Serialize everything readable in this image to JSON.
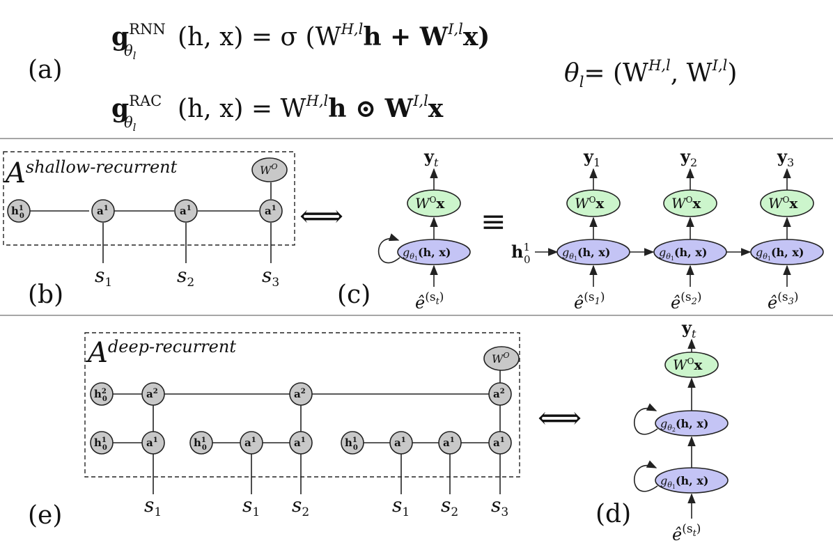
{
  "panels": {
    "a": "(a)",
    "b": "(b)",
    "c": "(c)",
    "d": "(d)",
    "e": "(e)"
  },
  "equations": {
    "rnn": {
      "lhs_g": "g",
      "lhs_sup": "RNN",
      "lhs_sub": "θ",
      "lhs_subsub": "l",
      "lhs_args": "(h, x) = σ (W",
      "w1_sup": "H,l",
      "mid": "h + W",
      "w2_sup": "I,l",
      "end": "x)"
    },
    "rac": {
      "lhs_g": "g",
      "lhs_sup": "RAC",
      "lhs_sub": "θ",
      "lhs_subsub": "l",
      "lhs_args": "(h, x) = W",
      "w1_sup": "H,l",
      "mid": "h ⊙ W",
      "w2_sup": "I,l",
      "end": "x"
    },
    "theta": {
      "lhs": "θ",
      "lhs_sub": "l",
      "eq": "= (W",
      "w1_sup": "H,l",
      "comma": ", W",
      "w2_sup": "I,l",
      "end": ")"
    }
  },
  "shallow": {
    "title_main": "A",
    "title_sup": "shallow-recurrent",
    "h0": "h",
    "h0_sup": "1",
    "h0_sub": "0",
    "a": "a",
    "a_sup": "1",
    "wo": "W",
    "wo_sup": "O",
    "inputs": [
      "s1",
      "s2",
      "s3"
    ],
    "input_main": "s",
    "input_subs": [
      "1",
      "2",
      "3"
    ]
  },
  "equiv_symbol": "⟺",
  "identical_symbol": "≡",
  "unrolled": {
    "y_main": "y",
    "y_subs": [
      "t",
      "1",
      "2",
      "3"
    ],
    "wo_main": "W",
    "wo_sup": "O",
    "wo_x": "x",
    "g_main": "g",
    "g_sub": "θ",
    "g_subsub": "1",
    "g_args": "(h, x)",
    "e_main": "ê",
    "e_sups": [
      "(s",
      "(s",
      "(s",
      "(s"
    ],
    "e_subs": [
      "t",
      "1",
      "2",
      "3"
    ],
    "h0": "h",
    "h0_sup": "1",
    "h0_sub": "0"
  },
  "deep": {
    "title_main": "A",
    "title_sup": "deep-recurrent",
    "h0_2": "h",
    "h0_2_sup": "2",
    "h0_2_sub": "0",
    "h0_1": "h",
    "h0_1_sup": "1",
    "h0_1_sub": "0",
    "a": "a",
    "a2_sup": "2",
    "a1_sup": "1",
    "wo": "W",
    "wo_sup": "O",
    "input_main": "s",
    "input_subs": [
      "1",
      "1",
      "2",
      "1",
      "2",
      "3"
    ]
  },
  "deep_rnn": {
    "y_main": "y",
    "y_sub": "t",
    "wo_main": "W",
    "wo_sup": "O",
    "wo_x": "x",
    "g_main": "g",
    "g2_sub": "θ",
    "g2_subsub": "2",
    "g1_sub": "θ",
    "g1_subsub": "1",
    "g_args": "(h, x)",
    "e_main": "ê",
    "e_sup": "(s",
    "e_sub": "t"
  },
  "colors": {
    "gray_node": "#c8c8c8",
    "green_node": "#ccf5cc",
    "blue_node": "#c4c4f5",
    "separator": "#888888"
  }
}
